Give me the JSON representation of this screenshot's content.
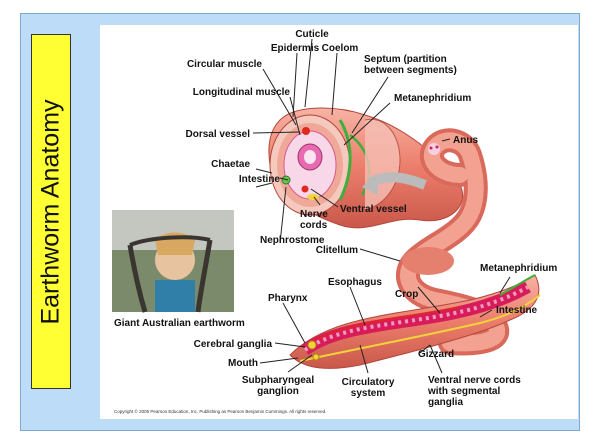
{
  "slide": {
    "title": "Earthworm Anatomy"
  },
  "labels": {
    "cuticle": "Cuticle",
    "epidermis": "Epidermis",
    "coelom": "Coelom",
    "septum_1": "Septum (partition",
    "septum_2": "between segments)",
    "circular_muscle": "Circular muscle",
    "longitudinal_muscle": "Longitudinal muscle",
    "metanephridium_top": "Metanephridium",
    "dorsal_vessel": "Dorsal vessel",
    "anus": "Anus",
    "chaetae": "Chaetae",
    "intestine_top": "Intestine",
    "nerve_1": "Nerve",
    "nerve_2": "cords",
    "ventral_vessel": "Ventral vessel",
    "nephrostome": "Nephrostome",
    "clitellum": "Clitellum",
    "metanephridium_bottom": "Metanephridium",
    "esophagus": "Esophagus",
    "pharynx": "Pharynx",
    "crop": "Crop",
    "intestine_bottom": "Intestine",
    "giant_worm": "Giant Australian earthworm",
    "cerebral_ganglia": "Cerebral ganglia",
    "gizzard": "Gizzard",
    "mouth": "Mouth",
    "subpharyngeal_1": "Subpharyngeal",
    "subpharyngeal_2": "ganglion",
    "circulatory_1": "Circulatory",
    "circulatory_2": "system",
    "ventral_nerve_1": "Ventral nerve cords",
    "ventral_nerve_2": "with segmental",
    "ventral_nerve_3": "ganglia",
    "copyright": "Copyright © 2005 Pearson Education, Inc. Publishing as Pearson Benjamin Cummings. All rights reserved."
  },
  "colors": {
    "panel": "#bcdcf7",
    "title_box": "#ffff33",
    "worm_body": "#f08a78",
    "worm_dark": "#c85a4c",
    "gut": "#d81c5a"
  }
}
